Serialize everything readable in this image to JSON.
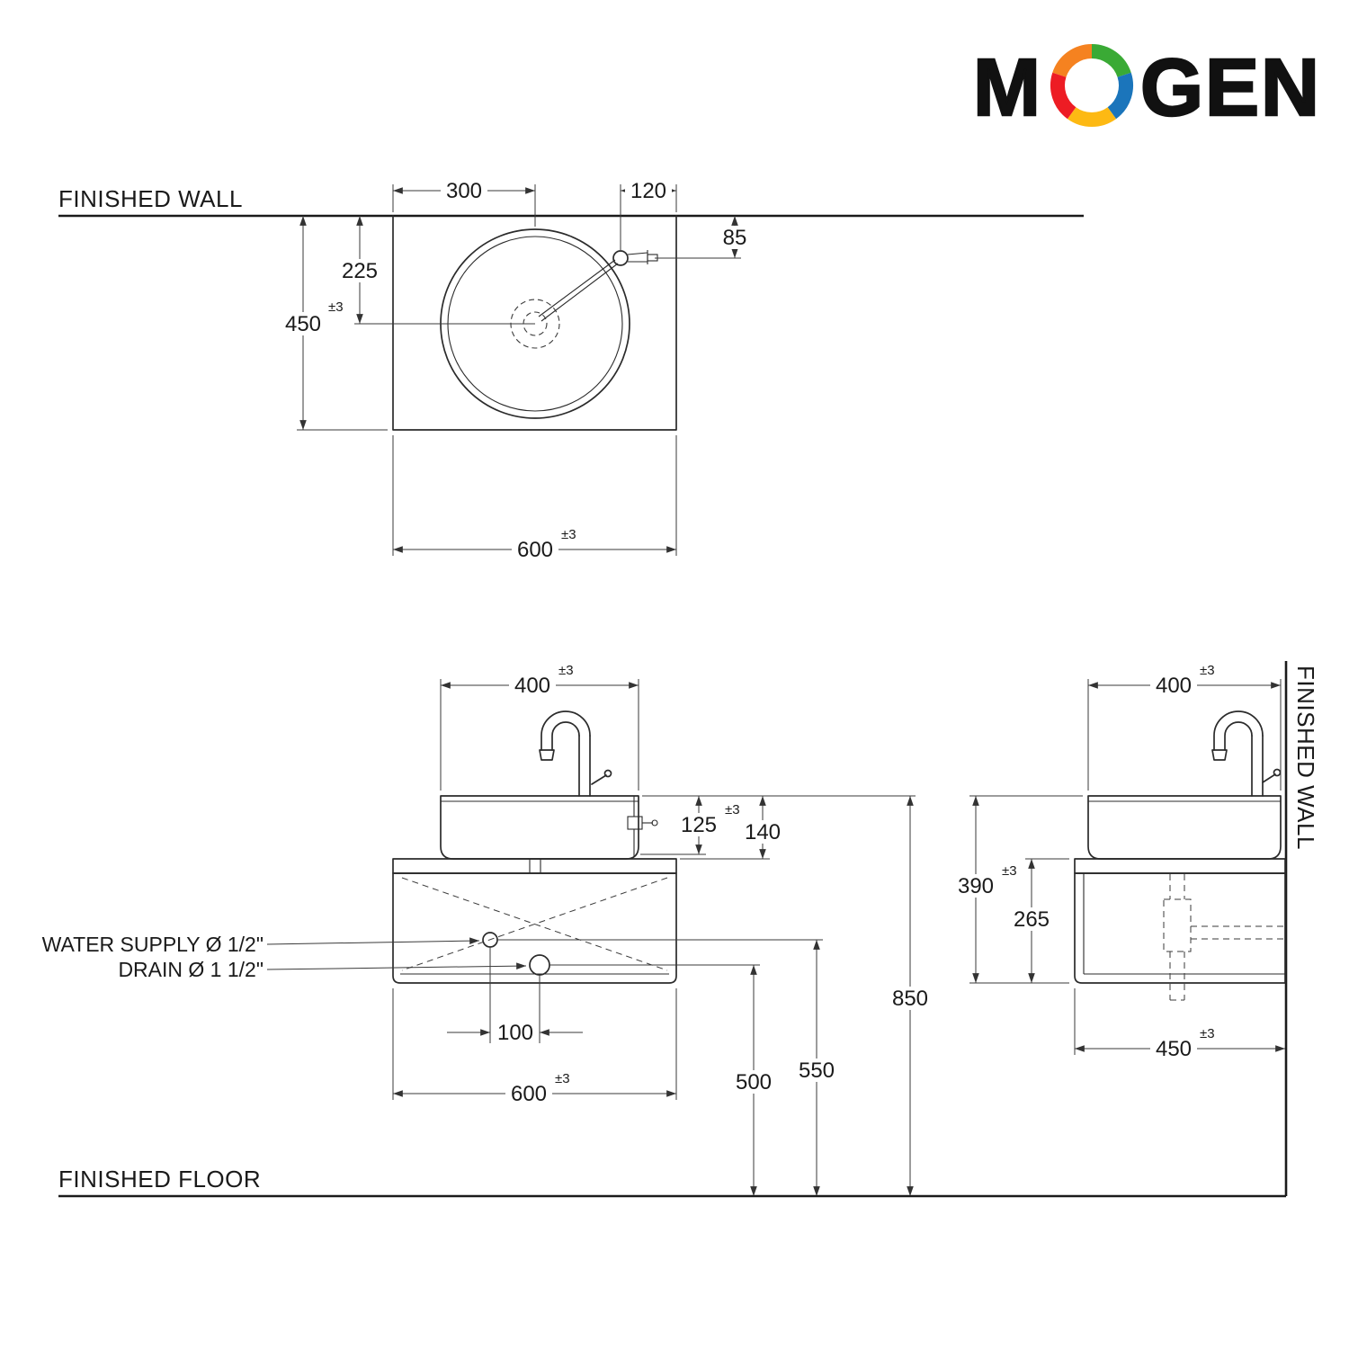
{
  "logo": {
    "m": "M",
    "gen": "GEN",
    "ring_colors": [
      "#f58220",
      "#3aaa35",
      "#1b75bb",
      "#fdb913",
      "#ed1c24"
    ]
  },
  "labels": {
    "finished_wall": "FINISHED WALL",
    "finished_floor": "FINISHED FLOOR",
    "water_supply": "WATER SUPPLY Ø 1/2\"",
    "drain": "DRAIN Ø 1 1/2\""
  },
  "tolerance": "±3",
  "top_view": {
    "dim_center_from_left": "300",
    "dim_faucet_from_right": "120",
    "dim_faucet_from_wall": "85",
    "dim_drain_from_wall": "225",
    "dim_depth": "450",
    "dim_width": "600"
  },
  "front_view": {
    "dim_basin_width": "400",
    "dim_basin_height": "125",
    "dim_basin_total_height": "140",
    "dim_supply_drain_offset": "100",
    "dim_cabinet_width": "600",
    "dim_drain_height": "500",
    "dim_supply_height": "550",
    "dim_rim_height": "850"
  },
  "side_view": {
    "dim_basin_depth": "400",
    "dim_cabinet_height": "390",
    "dim_cabinet_body_height": "265",
    "dim_cabinet_depth": "450"
  }
}
